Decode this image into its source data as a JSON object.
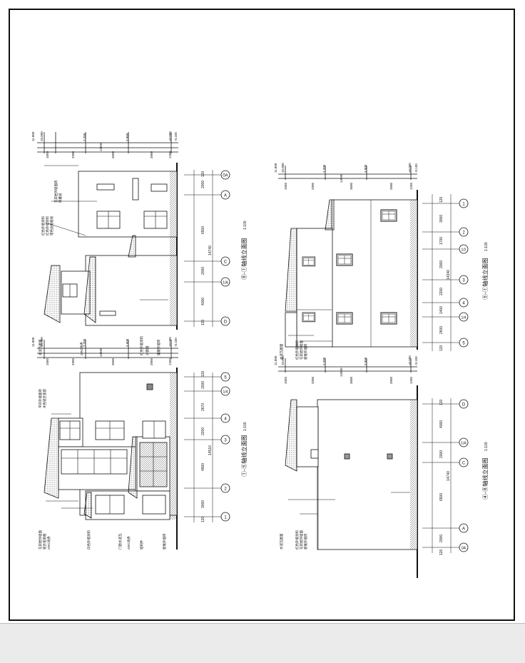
{
  "titles": {
    "d_e": "⑧-①轴线立面图",
    "axis_1_5": "①-⑤轴线立面图",
    "axis_5_1": "⑤-①轴线立面图",
    "a_d": "④-⑧轴线立面图",
    "scale": "1:100"
  },
  "levels": {
    "top": "11.800",
    "eave_top": "10.800",
    "second": "7.200",
    "first": "3.900",
    "ground": "±0.000",
    "base": "-0.150"
  },
  "level_dims": [
    "1050",
    "3300",
    "3600",
    "3900",
    "1250",
    "13990"
  ],
  "grid_elev_de": {
    "bubbles": [
      "0A",
      "A",
      "C",
      "1/A",
      "D"
    ],
    "dims": [
      "120",
      "2000",
      "6500",
      "2000",
      "4000",
      "120"
    ],
    "total": "14740"
  },
  "grid_elev_15": {
    "bubbles": [
      "1",
      "2",
      "3",
      "4",
      "1/4",
      "5"
    ],
    "dims": [
      "120",
      "3000",
      "4900",
      "2200",
      "2670",
      "1500",
      "120"
    ],
    "total": "14510"
  },
  "grid_elev_51": {
    "bubbles": [
      "5",
      "1/4",
      "4",
      "3",
      "1/2",
      "2",
      "1"
    ],
    "dims": [
      "120",
      "2600",
      "1400",
      "2200",
      "2000",
      "1700",
      "3000",
      "120"
    ],
    "total": "14340"
  },
  "grid_elev_ad": {
    "bubbles": [
      "D",
      "1/A",
      "C",
      "A",
      "0A"
    ],
    "dims": [
      "120",
      "4000",
      "2000",
      "6500",
      "2000",
      "120"
    ],
    "total": "14740"
  },
  "notes": {
    "top_left": [
      "花岗岩外墙面砖",
      "砖叠层"
    ],
    "de_mid": [
      "红色外墙涂料",
      "红色外墙涂料",
      "暗色边框框线"
    ],
    "de_bottom": [
      "水泥瓦屋面",
      "GRC线条",
      "红色外墙涂料",
      "分割缝",
      "镶嵌外墙砖"
    ],
    "f15_top": [
      "平开外墙面砖",
      "木色铝合金窗"
    ],
    "f15_left": [
      "花岗岩外墙面",
      "铝合金窗框",
      "GRC线条"
    ],
    "f15_bottom": [
      "白色外墙涂料",
      "门窗水泥瓦",
      "GRC线条",
      "铝构件",
      "窗框外墙砖"
    ],
    "r51": [
      "水泥瓦屋面",
      "红色外墙涂料",
      "花岗岩外墙面",
      "窗框外墙砖"
    ],
    "rad": [
      "水泥瓦屋面",
      "红色外墙涂料",
      "花岗岩外墙面",
      "窗框外墙砖"
    ]
  }
}
